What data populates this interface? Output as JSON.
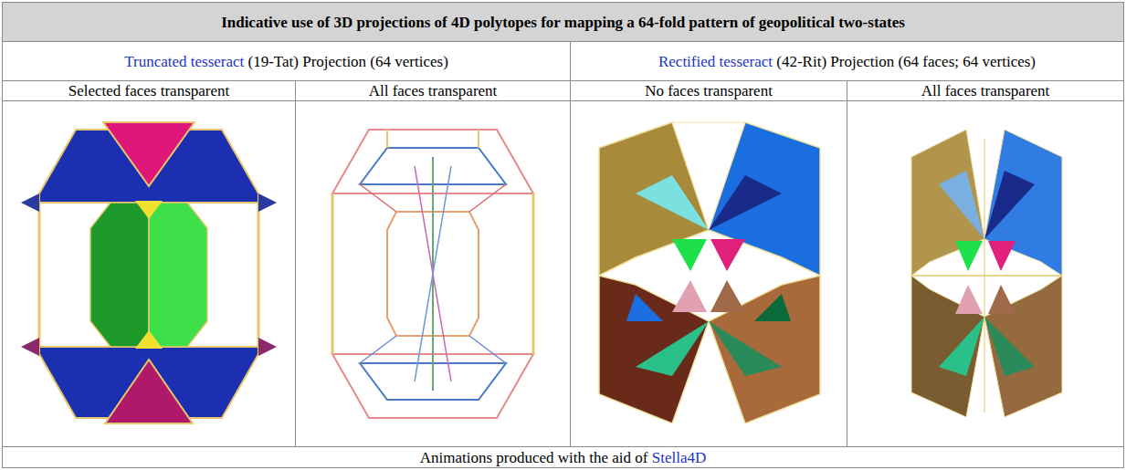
{
  "diagram": {
    "title": "Indicative use of 3D projections of 4D polytopes for mapping a 64-fold pattern of geopolitical two-states",
    "caption": "Animations produced with the aid of",
    "labels": [
      "Truncated tesseract",
      "(19-Tat) Projection (64 vertices)",
      "Rectified tesseract",
      "(42-Rit) Projection (64 faces; 64 vertices)",
      "Selected faces transparent",
      "All faces transparent",
      "No faces transparent",
      "All faces transparent",
      "Stella4D"
    ]
  }
}
